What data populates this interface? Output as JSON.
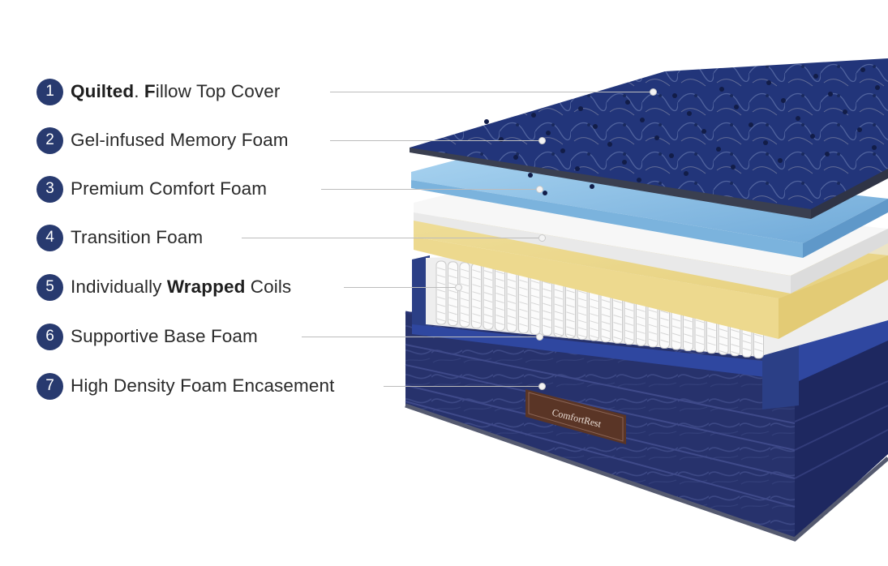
{
  "callouts": [
    {
      "number": "1",
      "segments": [
        {
          "text": "Quilted",
          "bold": true
        },
        {
          "text": ". ",
          "bold": false
        },
        {
          "text": "F",
          "bold": true
        },
        {
          "text": "illow Top Cover",
          "bold": false
        }
      ]
    },
    {
      "number": "2",
      "segments": [
        {
          "text": "Gel-infused Memory Foam",
          "bold": false
        }
      ]
    },
    {
      "number": "3",
      "segments": [
        {
          "text": "Premium Comfort Foam",
          "bold": false
        }
      ]
    },
    {
      "number": "4",
      "segments": [
        {
          "text": "Transition Foam",
          "bold": false
        }
      ]
    },
    {
      "number": "5",
      "segments": [
        {
          "text": "Individually ",
          "bold": false
        },
        {
          "text": "Wrapped",
          "bold": true
        },
        {
          "text": " Coils",
          "bold": false
        }
      ]
    },
    {
      "number": "6",
      "segments": [
        {
          "text": "Supportive Base Foam",
          "bold": false
        }
      ]
    },
    {
      "number": "7",
      "segments": [
        {
          "text": "High Density Foam Encasement",
          "bold": false
        }
      ]
    }
  ],
  "brand_tag": "ComfortRest",
  "colors": {
    "badge": "#283a6f",
    "pillow_top": "#1f2f6e",
    "gel_foam": "#8fc3e6",
    "comfort_foam": "#f1f1f1",
    "transition_foam": "#eedb95",
    "coils": "#f6f6f6",
    "base_encasement": "#25306a",
    "brand_tag": "#5a3526"
  }
}
